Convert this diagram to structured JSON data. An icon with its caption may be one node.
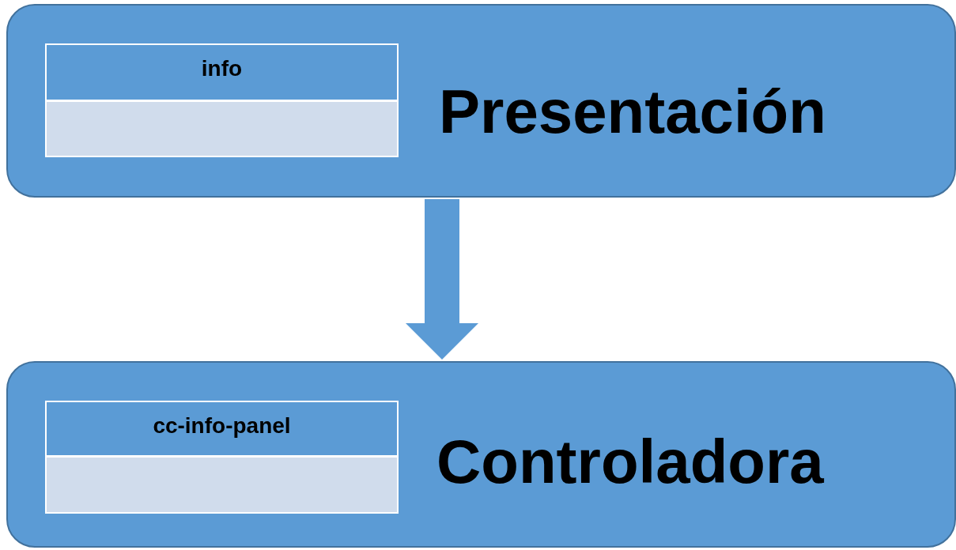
{
  "diagram": {
    "nodes": [
      {
        "text": [
          "Presentación"
        ]
      },
      {
        "text": [
          "info"
        ],
        "in": 0
      },
      {
        "text": [
          "Controladora"
        ]
      },
      {
        "text": [
          "cc-info-panel"
        ],
        "in": 2
      }
    ],
    "edges": [
      {
        "from": 0,
        "to": 2,
        "arrow": "to"
      }
    ]
  }
}
